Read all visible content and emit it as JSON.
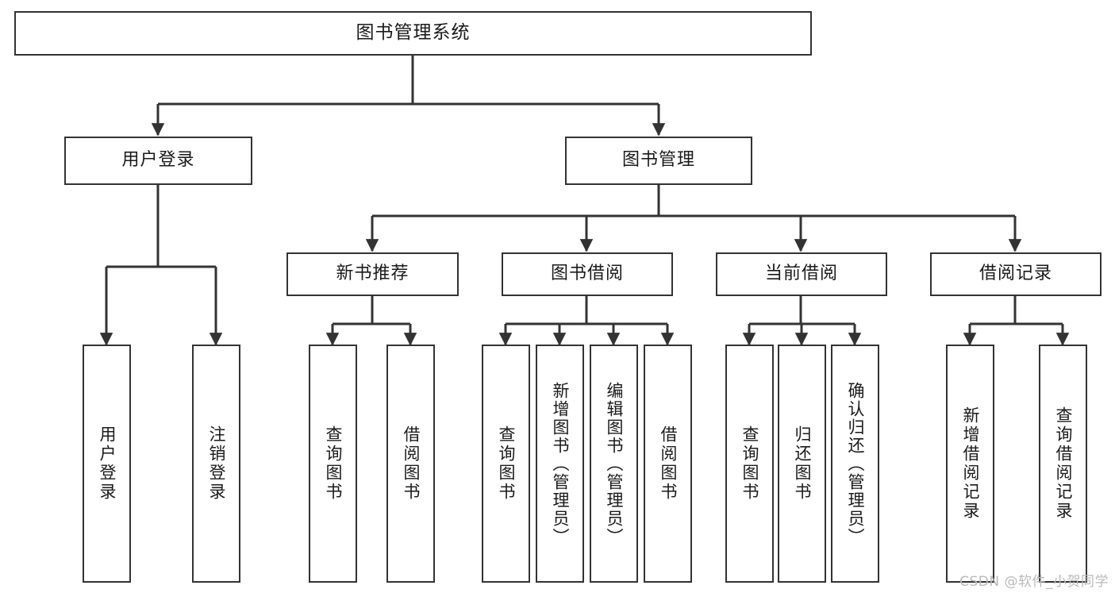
{
  "diagram": {
    "title": "图书管理系统",
    "type": "hierarchy",
    "colors": {
      "box_border": "#333333",
      "box_fill": "#ffffff",
      "edge": "#333333",
      "text": "#1a1a1a",
      "watermark": "#b9b9b9",
      "background": "#ffffff"
    },
    "levels": {
      "root": {
        "label": "图书管理系统"
      },
      "level2": [
        {
          "label": "用户登录"
        },
        {
          "label": "图书管理"
        }
      ],
      "level3": [
        {
          "label": "新书推荐"
        },
        {
          "label": "图书借阅"
        },
        {
          "label": "当前借阅"
        },
        {
          "label": "借阅记录"
        }
      ],
      "leaves": {
        "user_login": [
          {
            "label": "用户登录"
          },
          {
            "label": "注销登录"
          }
        ],
        "new_book_recommend": [
          {
            "label": "查询图书"
          },
          {
            "label": "借阅图书"
          }
        ],
        "book_borrow": [
          {
            "label": "查询图书"
          },
          {
            "label": "新增图书（管理员）"
          },
          {
            "label": "编辑图书（管理员）"
          },
          {
            "label": "借阅图书"
          }
        ],
        "current_borrow": [
          {
            "label": "查询图书"
          },
          {
            "label": "归还图书"
          },
          {
            "label": "确认归还（管理员）"
          }
        ],
        "borrow_record": [
          {
            "label": "新增借阅记录"
          },
          {
            "label": "查询借阅记录"
          }
        ]
      }
    }
  },
  "watermark": {
    "text": "CSDN @软件_小贺同学"
  }
}
